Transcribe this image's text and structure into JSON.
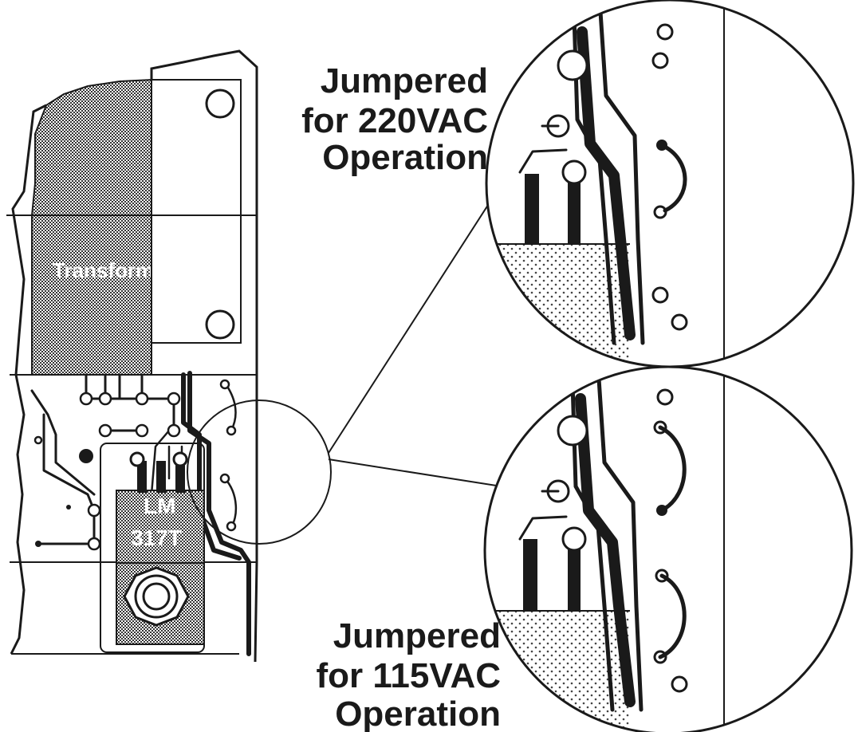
{
  "board": {
    "transformer_label": "Transformer",
    "regulator_label_line1": "LM",
    "regulator_label_line2": "317T"
  },
  "callouts": {
    "top": {
      "line1": "Jumpered",
      "line2": "for 220VAC",
      "line3": "Operation",
      "voltage": "220VAC"
    },
    "bottom": {
      "line1": "Jumpered",
      "line2": "for 115VAC",
      "line3": "Operation",
      "voltage": "115VAC"
    }
  },
  "colors": {
    "ink": "#1a1a1a",
    "paper": "#ffffff"
  }
}
